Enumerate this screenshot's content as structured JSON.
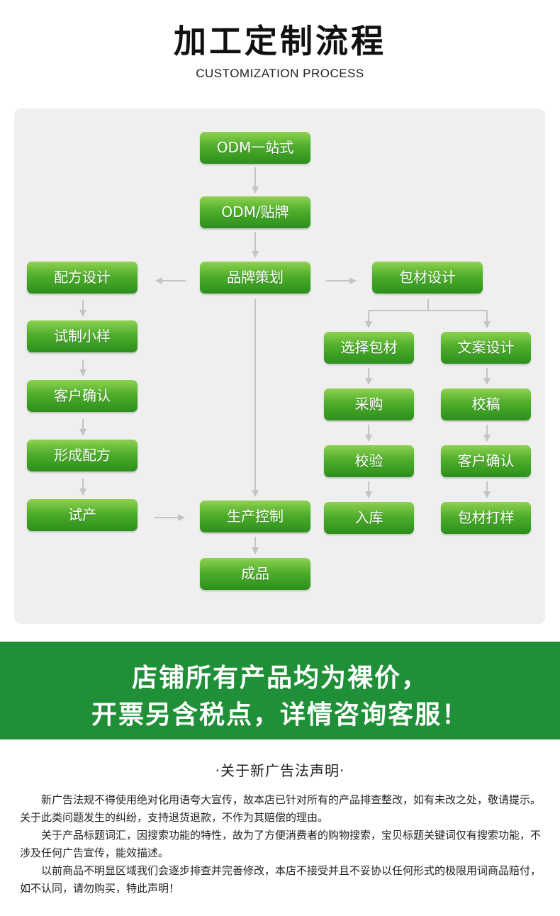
{
  "header": {
    "title": "加工定制流程",
    "subtitle": "CUSTOMIZATION PROCESS"
  },
  "flow": {
    "odm_one_stop": "ODM一站式",
    "odm_label": "ODM/贴牌",
    "brand_planning": "品牌策划",
    "packaging_design": "包材设计",
    "formula_design": "配方设计",
    "trial_sample": "试制小样",
    "customer_confirm_left": "客户确认",
    "form_formula": "形成配方",
    "trial_production": "试产",
    "production_control": "生产控制",
    "finished_product": "成品",
    "select_packaging": "选择包材",
    "purchase": "采购",
    "inspection": "校验",
    "warehousing": "入库",
    "copywriting_design": "文案设计",
    "proofreading": "校稿",
    "customer_confirm_right": "客户确认",
    "packaging_sample": "包材打样"
  },
  "banner": {
    "line1": "店铺所有产品均为裸价，",
    "line2": "开票另含税点，详情咨询客服！"
  },
  "notice": {
    "title": "·关于新广告法声明·",
    "paragraphs": [
      "新广告法规不得使用绝对化用语夸大宣传，故本店已针对所有的产品排查整改，如有未改之处，敬请提示。关于此类问题发生的纠纷，支持退货退款，不作为其赔偿的理由。",
      "关于产品标题词汇，因搜索功能的特性，故为了方便消费者的购物搜索，宝贝标题关键词仅有搜索功能，不涉及任何广告宣传，能效描述。",
      "以前商品不明显区域我们会逐步排查并完善修改，本店不接受并且不妥协以任何形式的极限用词商品赔付，如不认同，请勿购买，特此声明！"
    ]
  },
  "colors": {
    "node_green_top": "#8ed24f",
    "node_green_bottom": "#2b8f1b",
    "banner_green": "#209038",
    "arrow_gray": "#c4c4c4",
    "panel_gray": "#efefef"
  }
}
